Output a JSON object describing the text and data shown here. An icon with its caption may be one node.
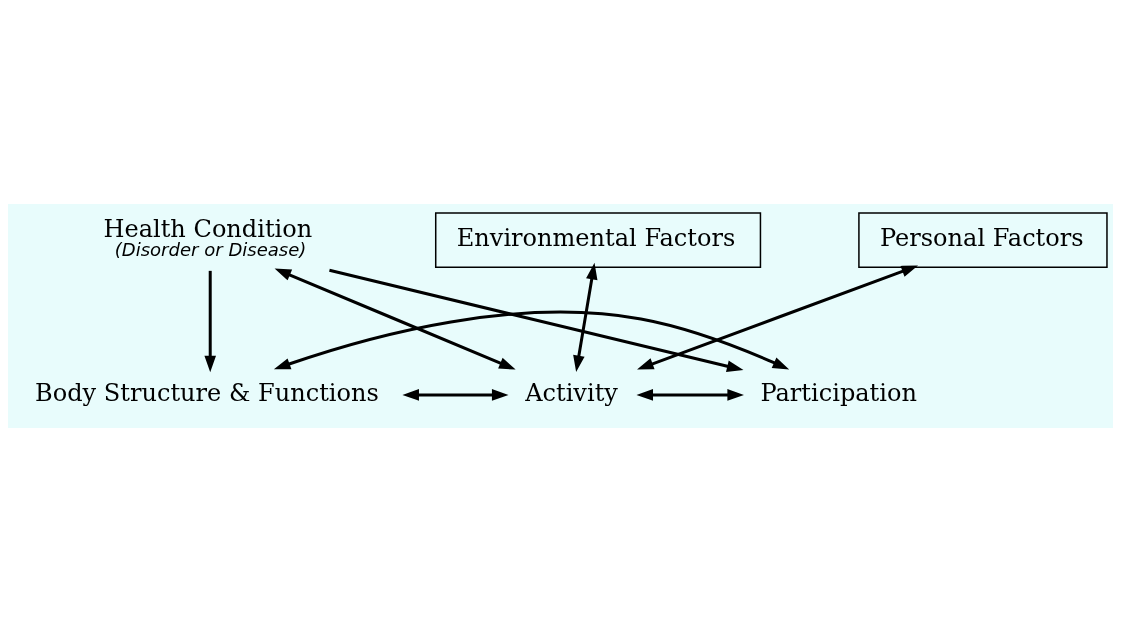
{
  "diagram": {
    "nodes": [
      {
        "text": [
          "Health Condition",
          "(Disorder or Disease)"
        ]
      },
      {
        "text": [
          "Body Structure & Functions"
        ]
      },
      {
        "text": [
          "Activity"
        ]
      },
      {
        "text": [
          "Participation"
        ]
      },
      {
        "text": [
          "Environmental Factors"
        ]
      },
      {
        "text": [
          "Personal Factors"
        ]
      }
    ],
    "edges": [
      {
        "from": 0,
        "to": 2,
        "arrow": "both"
      },
      {
        "from": 0,
        "to": 1,
        "arrow": "to"
      },
      {
        "from": 0,
        "to": 3,
        "arrow": "to"
      },
      {
        "from": 1,
        "to": 2,
        "arrow": "both"
      },
      {
        "from": 2,
        "to": 3,
        "arrow": "both"
      },
      {
        "from": 1,
        "to": 3,
        "arrow": "both"
      },
      {
        "from": 4,
        "to": 2,
        "arrow": "both"
      },
      {
        "from": 5,
        "to": 2,
        "arrow": "both"
      }
    ]
  }
}
